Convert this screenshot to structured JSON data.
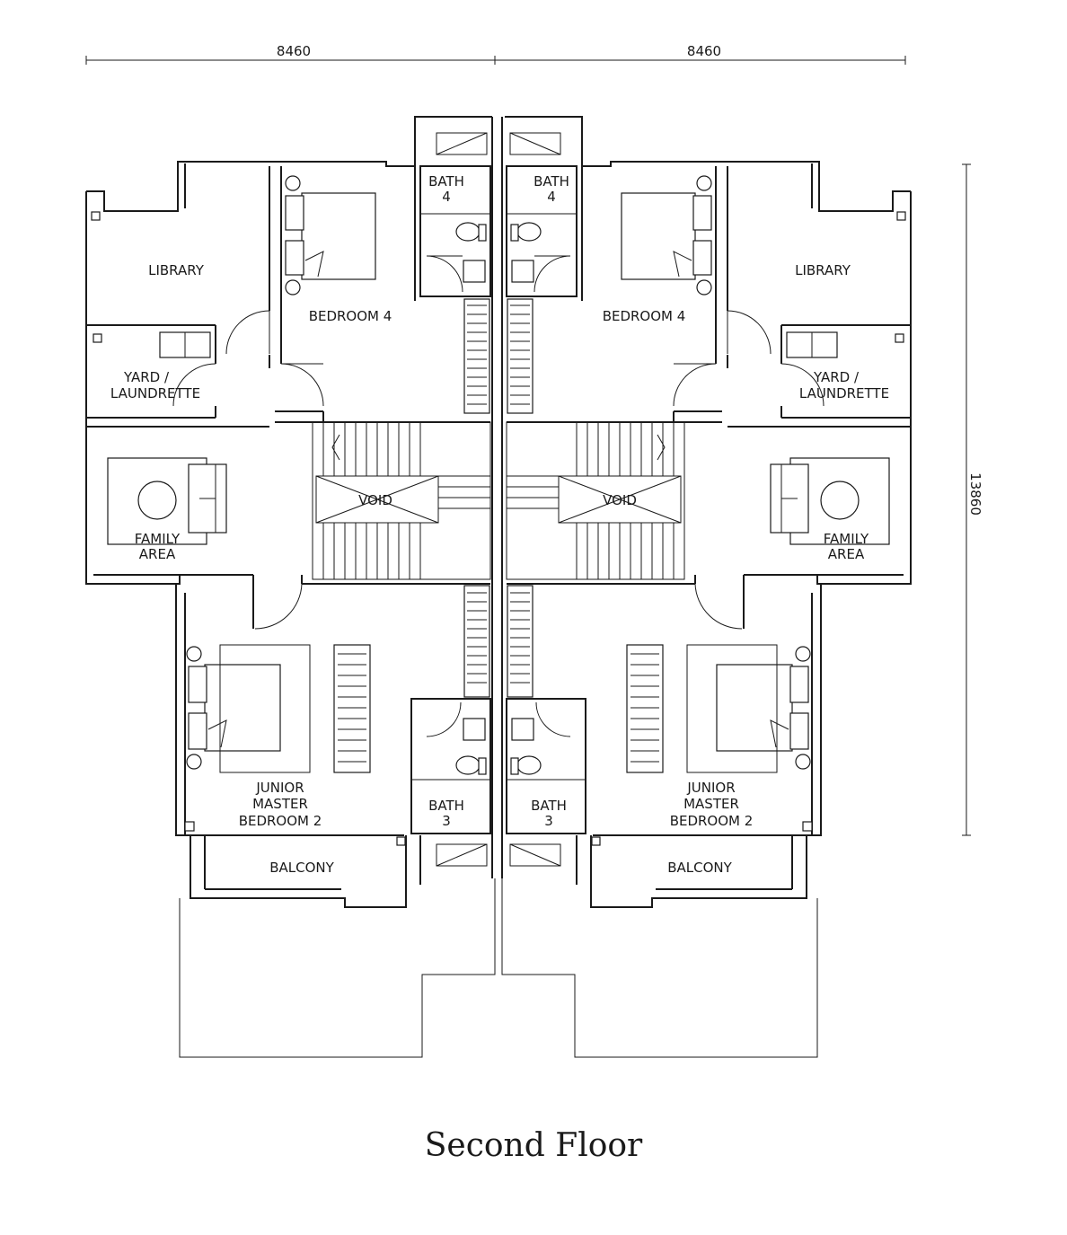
{
  "dimensions": {
    "width_left": "8460",
    "width_right": "8460",
    "depth": "13860"
  },
  "rooms": {
    "library": "LIBRARY",
    "bedroom4": "BEDROOM 4",
    "bath4_a": "BATH",
    "bath4_b": "4",
    "yard_a": "YARD /",
    "yard_b": "LAUNDRETTE",
    "family_a": "FAMILY",
    "family_b": "AREA",
    "void": "VOID",
    "junior_a": "JUNIOR",
    "junior_b": "MASTER",
    "junior_c": "BEDROOM 2",
    "bath3_a": "BATH",
    "bath3_b": "3",
    "balcony": "BALCONY"
  },
  "title": "Second Floor"
}
